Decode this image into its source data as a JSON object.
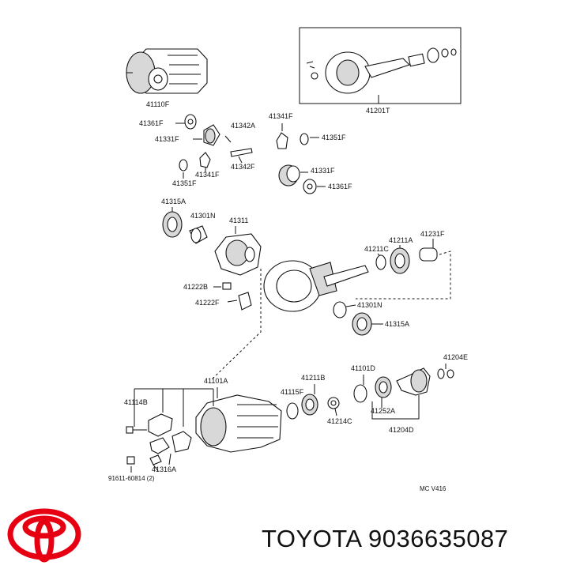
{
  "diagram": {
    "labels": {
      "l41110F": "41110F",
      "l41201T": "41201T",
      "l41361F_a": "41361F",
      "l41331F_a": "41331F",
      "l41342A": "41342A",
      "l41341F_a": "41341F",
      "l41351F_a": "41351F",
      "l41341F_b": "41341F",
      "l41342F": "41342F",
      "l41351F_b": "41351F",
      "l41331F_b": "41331F",
      "l41361F_b": "41361F",
      "l41315A_a": "41315A",
      "l41301N_a": "41301N",
      "l41311": "41311",
      "l41231F": "41231F",
      "l41211A": "41211A",
      "l41211C": "41211C",
      "l41222B": "41222B",
      "l41222F": "41222F",
      "l41301N_b": "41301N",
      "l41315A_b": "41315A",
      "l41204E": "41204E",
      "l41101A": "41101A",
      "l41101D": "41101D",
      "l41211B": "41211B",
      "l41115F": "41115F",
      "l41114B": "41114B",
      "l41252A": "41252A",
      "l41214C": "41214C",
      "l41204D": "41204D",
      "l41316A": "41316A",
      "l91611": "91611-60814 (2)",
      "code": "MC  V416"
    }
  },
  "footer": {
    "brand": "TOYOTA",
    "part_number": "9036635087",
    "brand_color": "#e60012"
  }
}
